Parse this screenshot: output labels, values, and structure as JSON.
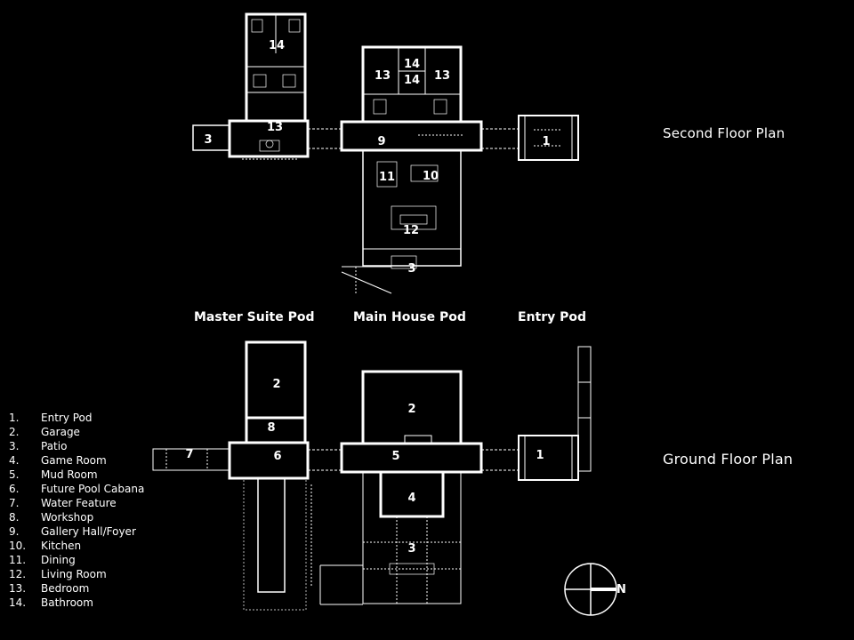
{
  "labels": {
    "second_floor": "Second Floor Plan",
    "ground_floor": "Ground Floor Plan",
    "master_suite_pod": "Master Suite Pod",
    "main_house_pod": "Main House Pod",
    "entry_pod": "Entry Pod",
    "north": "N"
  },
  "legend": [
    {
      "num": "1.",
      "name": "Entry Pod"
    },
    {
      "num": "2.",
      "name": "Garage"
    },
    {
      "num": "3.",
      "name": "Patio"
    },
    {
      "num": "4.",
      "name": "Game Room"
    },
    {
      "num": "5.",
      "name": "Mud Room"
    },
    {
      "num": "6.",
      "name": "Future Pool Cabana"
    },
    {
      "num": "7.",
      "name": "Water Feature"
    },
    {
      "num": "8.",
      "name": "Workshop"
    },
    {
      "num": "9.",
      "name": "Gallery Hall/Foyer"
    },
    {
      "num": "10.",
      "name": "Kitchen"
    },
    {
      "num": "11.",
      "name": "Dining"
    },
    {
      "num": "12.",
      "name": "Living Room"
    },
    {
      "num": "13.",
      "name": "Bedroom"
    },
    {
      "num": "14.",
      "name": "Bathroom"
    }
  ],
  "room_numbers": {
    "second": {
      "msp_bath": "14",
      "msp_bed": "13",
      "msp_patio": "3",
      "main_bed_left": "13",
      "main_bath_top": "14",
      "main_bath_bottom": "14",
      "main_bed_right": "13",
      "gallery": "9",
      "dining": "11",
      "kitchen": "10",
      "living": "12",
      "patio": "3",
      "entry": "1"
    },
    "ground": {
      "msp_garage": "2",
      "msp_workshop": "8",
      "msp_cabana": "6",
      "water": "7",
      "main_garage": "2",
      "mudroom": "5",
      "game": "4",
      "patio": "3",
      "entry": "1"
    }
  }
}
